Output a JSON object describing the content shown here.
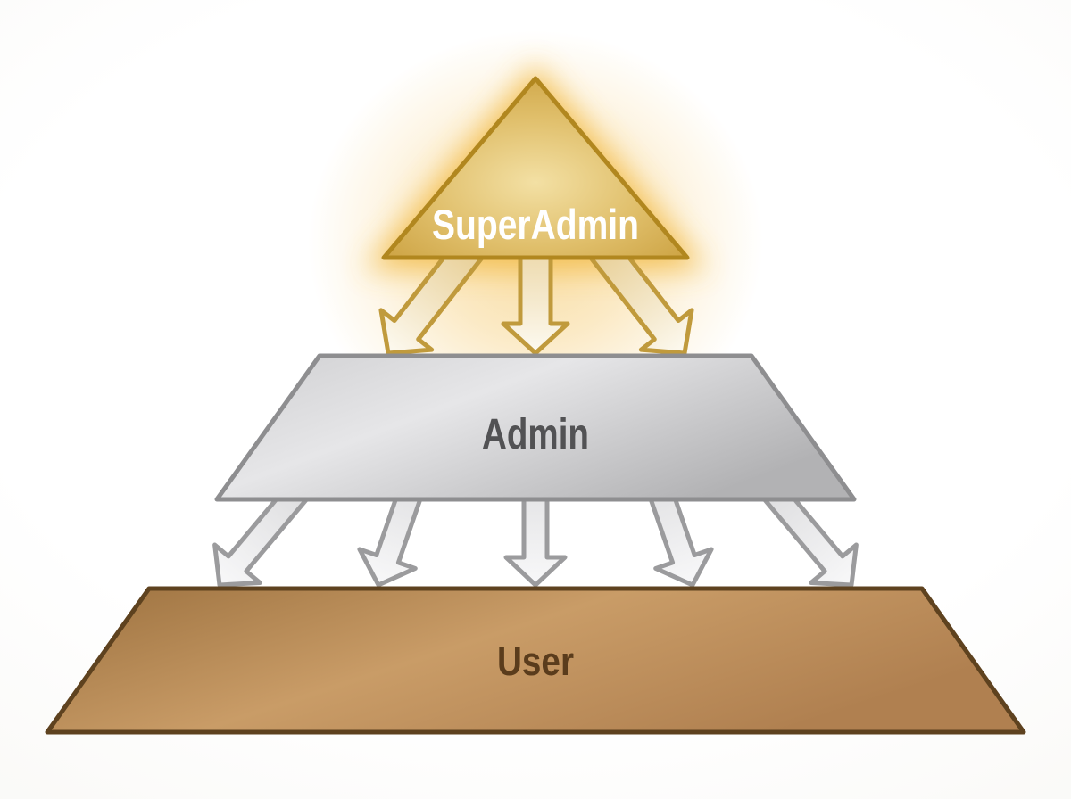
{
  "diagram": {
    "type": "role-hierarchy-pyramid",
    "levels": [
      {
        "label": "SuperAdmin",
        "shape": "triangle",
        "text_color": "#ffffff",
        "fill_light": "#f3e0a4",
        "fill_mid": "#e0bf6b",
        "fill_dark": "#c3952f",
        "border": "#b1871f",
        "glow": "#f2b83e",
        "arrows_to_next_level": 3,
        "arrow_fill_top": "#e8cf96",
        "arrow_fill_tip": "#fdfaf1",
        "arrow_border": "#c09a3c"
      },
      {
        "label": "Admin",
        "shape": "trapezoid",
        "text_color": "#525254",
        "fill_light": "#e6e6e8",
        "fill_mid": "#cfcfd1",
        "fill_dark": "#b2b2b4",
        "border": "#8e8e90",
        "arrows_to_next_level": 5,
        "arrow_fill_top": "#dbdbdd",
        "arrow_fill_tip": "#f8f8f9",
        "arrow_border": "#9b9b9d"
      },
      {
        "label": "User",
        "shape": "trapezoid",
        "text_color": "#5a3c1c",
        "fill_light": "#c99c67",
        "fill_mid": "#b08050",
        "fill_dark": "#9c713f",
        "border": "#5e421f",
        "arrows_to_next_level": 0
      }
    ]
  }
}
